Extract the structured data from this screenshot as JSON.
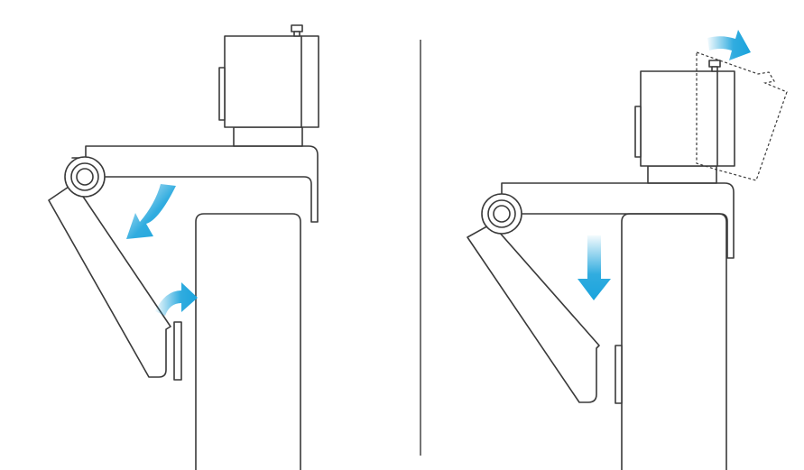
{
  "colors": {
    "line": "#3a3a3a",
    "arrow": "#1aa3dc",
    "background": "#ffffff"
  },
  "panels": [
    {
      "name": "left-panel",
      "arrows": [
        "rotate-arm-down-arrow",
        "hook-over-edge-arrow"
      ]
    },
    {
      "name": "right-panel",
      "arrows": [
        "push-down-arrow",
        "tilt-camera-arrow"
      ]
    }
  ]
}
